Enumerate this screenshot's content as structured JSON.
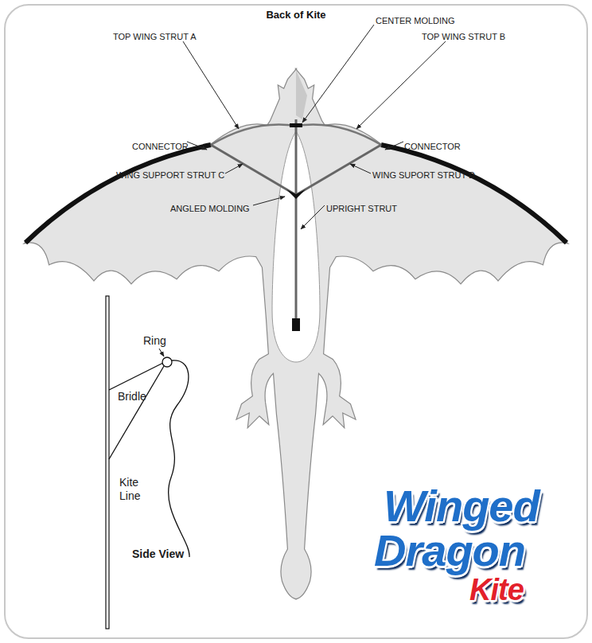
{
  "diagram": {
    "title": "Back of Kite",
    "labels": [
      "CENTER MOLDING",
      "TOP WING STRUT A",
      "TOP WING STRUT B",
      "CONNECTOR",
      "CONNECTOR",
      "WING SUPPORT STRUT C",
      "WING SUPORT STRUT D",
      "ANGLED MOLDING",
      "UPRIGHT STRUT",
      "Ring",
      "Bridle",
      "Kite Line",
      "Side View",
      "Winged",
      "Dragon",
      "Kite"
    ]
  }
}
